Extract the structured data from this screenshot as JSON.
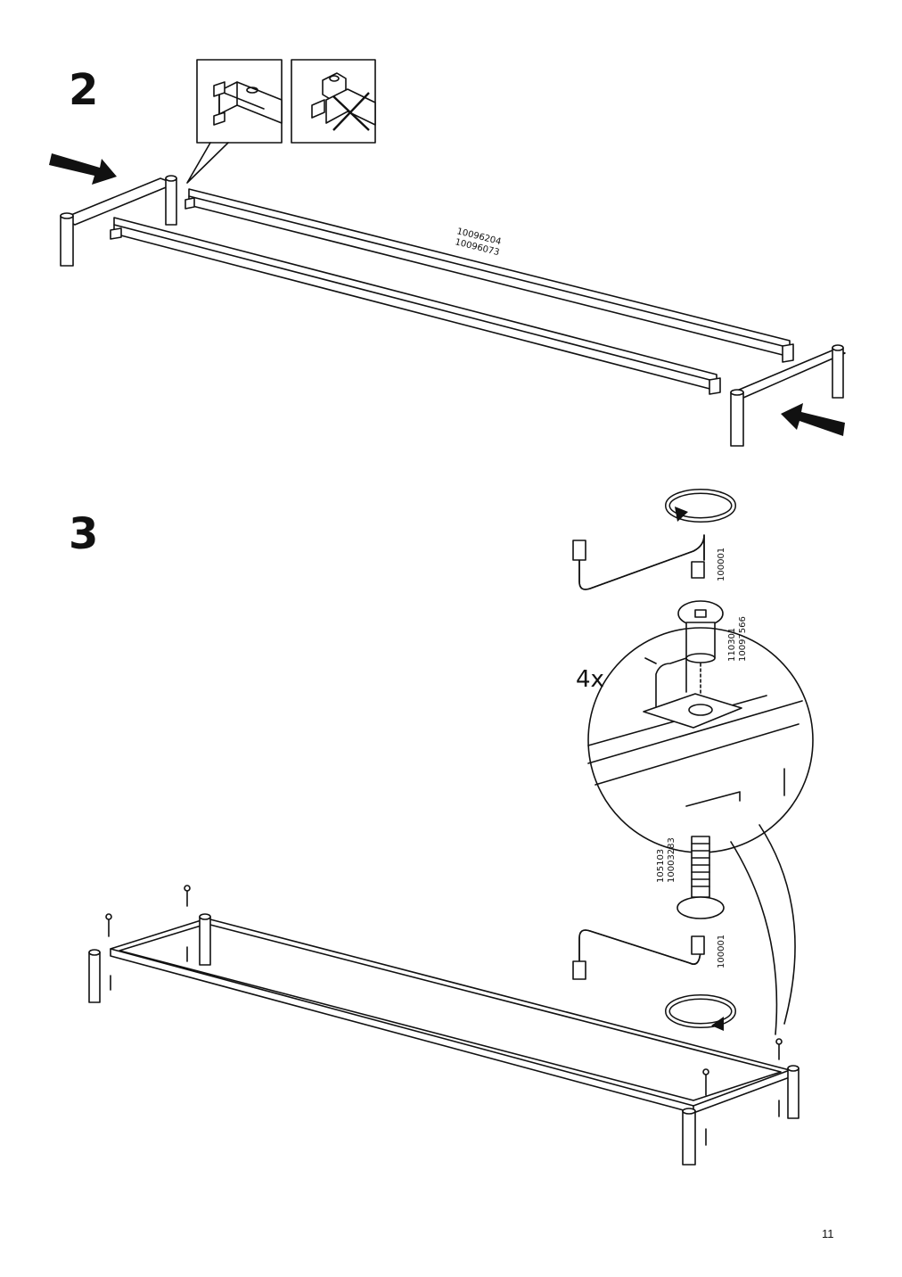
{
  "page": {
    "number": "11"
  },
  "step2": {
    "number": "2",
    "part_codes": [
      "10096204",
      "10096073"
    ]
  },
  "step3": {
    "number": "3",
    "quantity": "4x",
    "allen_key_code": "100001",
    "bolt_codes": [
      "110301",
      "10097566"
    ],
    "nut_codes": [
      "105103",
      "10003283"
    ],
    "allen_key_code_lower": "100001"
  },
  "icons": [
    "arrow-right-icon",
    "arrow-left-icon",
    "rotate-clockwise-icon",
    "rotate-counterclockwise-icon",
    "cross-out-icon",
    "allen-key-icon",
    "bolt-icon",
    "barrel-nut-icon"
  ]
}
